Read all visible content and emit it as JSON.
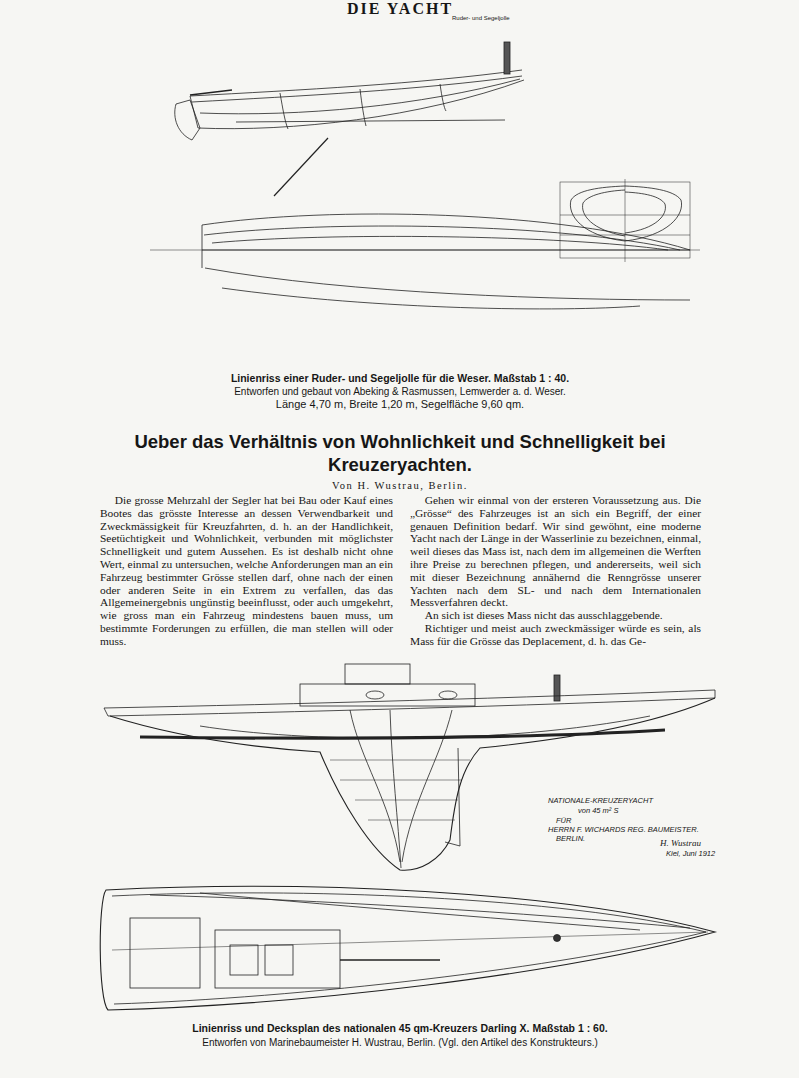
{
  "diagram": {
    "title": "Ueber das Verhältnis von Wohnlichkeit und Schnelligkeit bei Kreuzeryachten.",
    "labels": [
      "DIE YACHT",
      "Ruder- und Segeljolle",
      "Linienriss einer Ruder- und Segeljolle für die Weser. Maßstab 1 : 40.",
      "Entworfen und gebaut von Abeking & Rasmussen, Lemwerder a. d. Weser.",
      "Länge 4,70 m, Breite 1,20 m, Segelfläche 9,60 qm.",
      "Von H. Wustrau, Berlin.",
      "Die grosse Mehrzahl der Segler hat bei Bau oder Kauf eines Bootes das grösste Interesse an dessen Verwendbarkeit und Zweckmässigkeit für Kreuzfahrten, d. h. an der Handlichkeit, Seetüchtigkeit und Wohnlichkeit, verbunden mit möglichster Schnelligkeit und gutem Aussehen. Es ist deshalb nicht ohne Wert, einmal zu untersuchen, welche Anforderungen man an ein Fahrzeug bestimmter Grösse stellen darf, ohne nach der einen oder anderen Seite in ein Extrem zu verfallen, das das Allgemeinergebnis ungünstig beeinflusst, oder auch umgekehrt, wie gross man ein Fahrzeug mindestens bauen muss, um bestimmte Forderungen zu erfüllen, die man stellen will oder muss.",
      "Gehen wir einmal von der ersteren Voraussetzung aus. Die „Grösse“ des Fahrzeuges ist an sich ein Begriff, der einer genauen Definition bedarf. Wir sind gewöhnt, eine moderne Yacht nach der Länge in der Wasserlinie zu bezeichnen, einmal, weil dieses das Mass ist, nach dem im allgemeinen die Werften ihre Preise zu berechnen pflegen, und andererseits, weil sich mit dieser Bezeichnung annähernd die Renngrösse unserer Yachten nach dem SL- und nach dem Internationalen Messverfahren deckt.",
      "An sich ist dieses Mass nicht das ausschlaggebende.",
      "Richtiger und meist auch zweckmässiger würde es sein, als Mass für die Grösse das Deplacement, d. h. das Ge-",
      "NATIONALE-KREUZERYACHT",
      "von 45 m² S",
      "FÜR",
      "HERRN F. WICHARDS REG. BAUMEISTER.",
      "BERLIN.",
      "H. Wustrau",
      "Kiel, Juni 1912",
      "Linienriss und Decksplan des nationalen 45 qm-Kreuzers Darling X. Maßstab 1 : 60.",
      "Entworfen von Marinebaumeister H. Wustrau, Berlin. (Vgl. den Artikel des Konstrukteurs.)"
    ]
  }
}
